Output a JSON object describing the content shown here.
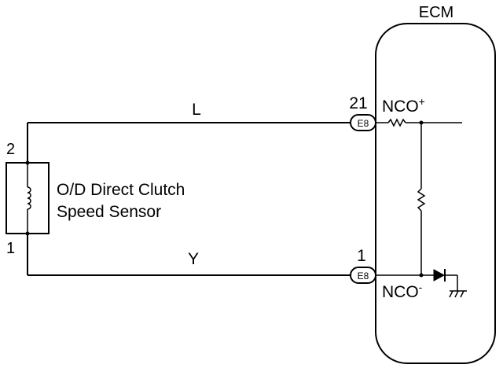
{
  "ecm": {
    "label": "ECM"
  },
  "sensor": {
    "line1": "O/D Direct Clutch",
    "line2": "Speed Sensor",
    "pin_top": "2",
    "pin_bottom": "1"
  },
  "wires": {
    "top": "L",
    "bottom": "Y"
  },
  "connector": {
    "top": {
      "pin": "21",
      "code": "E8"
    },
    "bottom": {
      "pin": "1",
      "code": "E8"
    }
  },
  "terminals": {
    "top": {
      "name": "NCO",
      "sign": "+"
    },
    "bottom": {
      "name": "NCO",
      "sign": "-"
    }
  }
}
